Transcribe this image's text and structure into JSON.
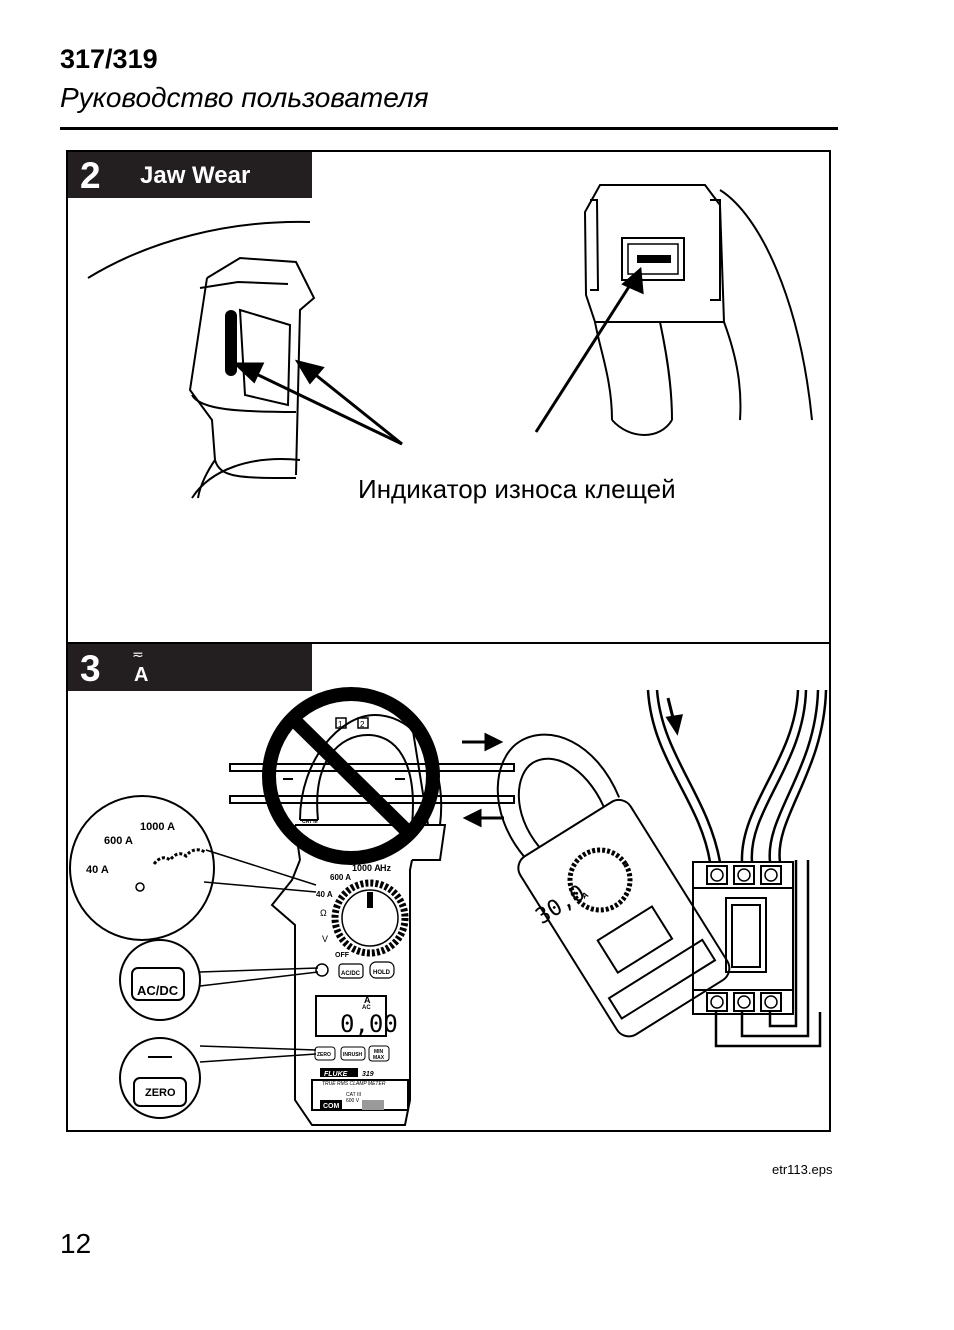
{
  "header": {
    "model": "317/319",
    "subtitle": "Руководство пользователя"
  },
  "section2": {
    "number": "2",
    "title": "Jaw Wear",
    "callout": "Индикатор износа клещей"
  },
  "section3": {
    "number": "3",
    "function_symbol": "≂",
    "function_unit": "A"
  },
  "meter": {
    "range_1000": "1000 A",
    "range_600": "600 A",
    "range_40": "40 A",
    "hz": "Hz",
    "off": "OFF",
    "ohm": "Ω",
    "volt": "V",
    "display_unit": "A",
    "display_mode": "AC",
    "reading": "0,00",
    "btn_zero": "ZERO",
    "btn_inrush": "INRUSH",
    "btn_minmax_1": "MIN",
    "btn_minmax_2": "MAX",
    "btn_hold": "HOLD",
    "btn_acdc": "AC/DC",
    "brand": "FLUKE",
    "model_num": "319",
    "tagline": "TRUE RMS CLAMP METER",
    "cat": "CAT III",
    "cat_v": "600 V",
    "com": "COM",
    "jaw_cat": "CAT III",
    "jaw_mark_1": "1",
    "jaw_mark_2": "2"
  },
  "zoom": {
    "range_1000": "1000 A",
    "range_600": "600 A",
    "range_40": "40 A",
    "acdc_label": "AC/DC",
    "zero_label": "ZERO"
  },
  "meter2": {
    "reading": "30,0",
    "unit": "A"
  },
  "footer": {
    "filename": "etr113.eps",
    "page": "12"
  }
}
